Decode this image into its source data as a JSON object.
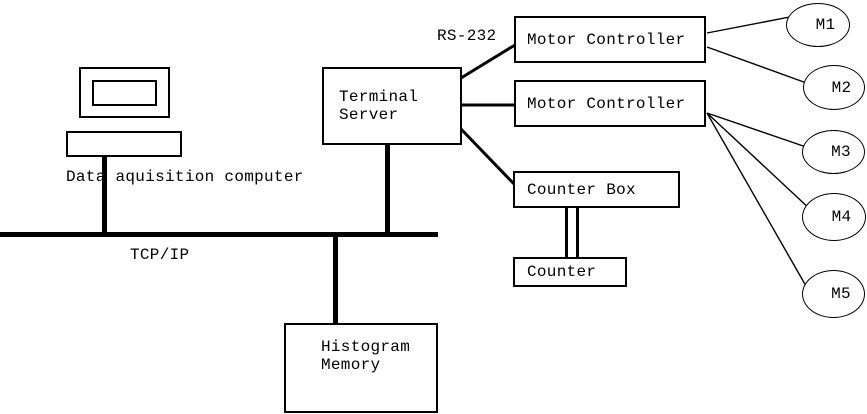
{
  "colors": {
    "foreground": "#000000",
    "background": "#ffffff"
  },
  "computer": {
    "label": "Data aquisition computer"
  },
  "bus": {
    "label": "TCP/IP"
  },
  "serial_link": {
    "label": "RS-232"
  },
  "terminal_server": {
    "line1": "Terminal",
    "line2": "Server"
  },
  "motor_controller_1": {
    "label": "Motor Controller"
  },
  "motor_controller_2": {
    "label": "Motor Controller"
  },
  "counter_box": {
    "label": "Counter Box"
  },
  "counter": {
    "label": "Counter"
  },
  "histogram_memory": {
    "line1": "Histogram",
    "line2": "Memory"
  },
  "motors": [
    {
      "label": "M1"
    },
    {
      "label": "M2"
    },
    {
      "label": "M3"
    },
    {
      "label": "M4"
    },
    {
      "label": "M5"
    }
  ]
}
